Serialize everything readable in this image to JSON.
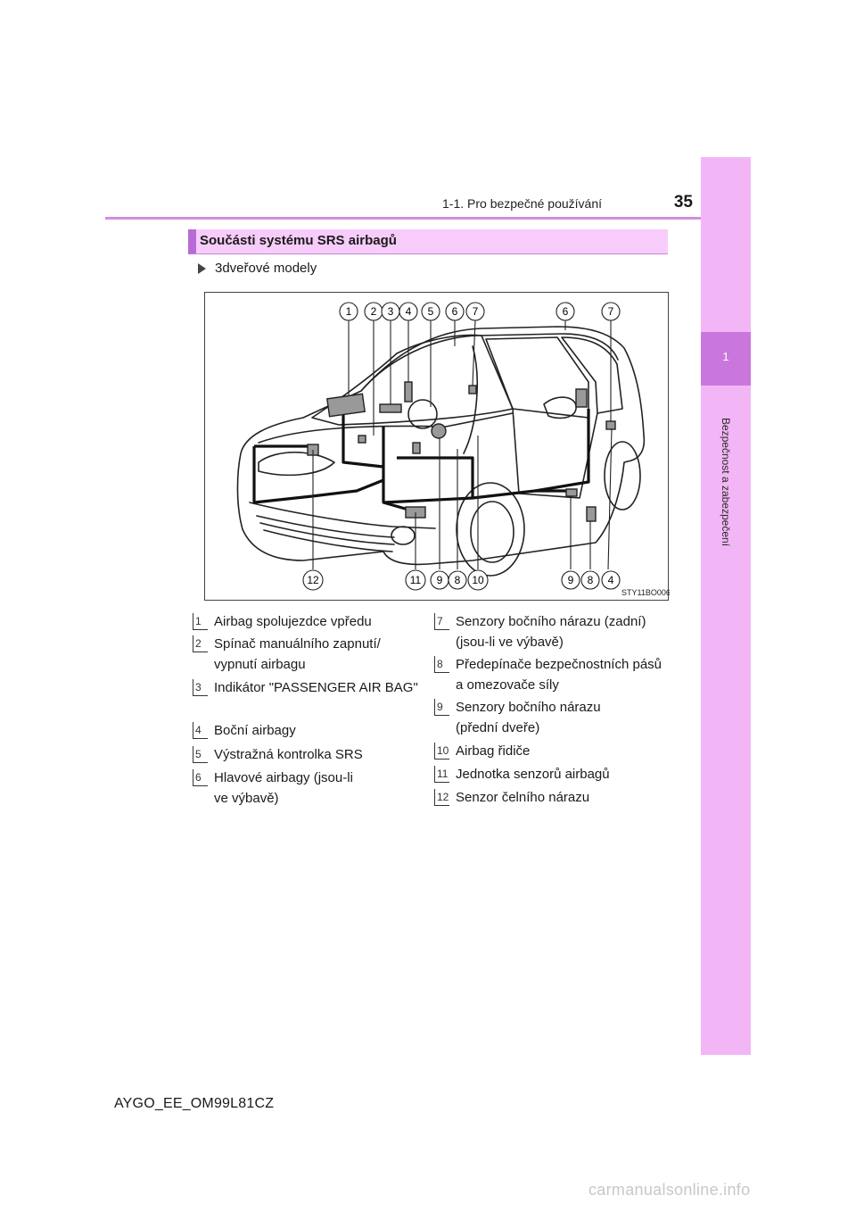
{
  "header": {
    "page_number": "35",
    "running_title": "1-1. Pro bezpečné používání"
  },
  "side_tab": {
    "chapter_number": "1",
    "chapter_title": "Bezpečnost a zabezpečení"
  },
  "section": {
    "title": "Součásti systému SRS airbagů",
    "model_label": "3dveřové modely"
  },
  "figure": {
    "image_code": "STY11BO006",
    "top_callouts": [
      "1",
      "2",
      "3",
      "4",
      "5",
      "6",
      "7",
      "6",
      "7"
    ],
    "bottom_callouts": [
      "12",
      "11",
      "9",
      "8",
      "10",
      "9",
      "8",
      "4"
    ]
  },
  "legend": {
    "left": [
      {
        "num": "1",
        "text": "Airbag spolujezdce vpředu"
      },
      {
        "num": "2",
        "text": "Spínač manuálního zapnutí/ vypnutí airbagu"
      },
      {
        "num": "3",
        "text": "Indikátor \"PASSENGER AIR BAG\""
      },
      {
        "num": "4",
        "text": "Boční airbagy"
      },
      {
        "num": "5",
        "text": "Výstražná kontrolka SRS"
      },
      {
        "num": "6",
        "text": "Hlavové airbagy (jsou-li ve výbavě)"
      }
    ],
    "right": [
      {
        "num": "7",
        "text": "Senzory bočního nárazu (zadní) (jsou-li ve výbavě)"
      },
      {
        "num": "8",
        "text": "Předepínače bezpečnostních pásů a omezovače síly"
      },
      {
        "num": "9",
        "text": "Senzory bočního nárazu (přední dveře)"
      },
      {
        "num": "10",
        "text": "Airbag řidiče"
      },
      {
        "num": "11",
        "text": "Jednotka senzorů airbagů"
      },
      {
        "num": "12",
        "text": "Senzor čelního nárazu"
      }
    ]
  },
  "footer": {
    "doc_code": "AYGO_EE_OM99L81CZ",
    "watermark": "carmanualsonline.info"
  }
}
